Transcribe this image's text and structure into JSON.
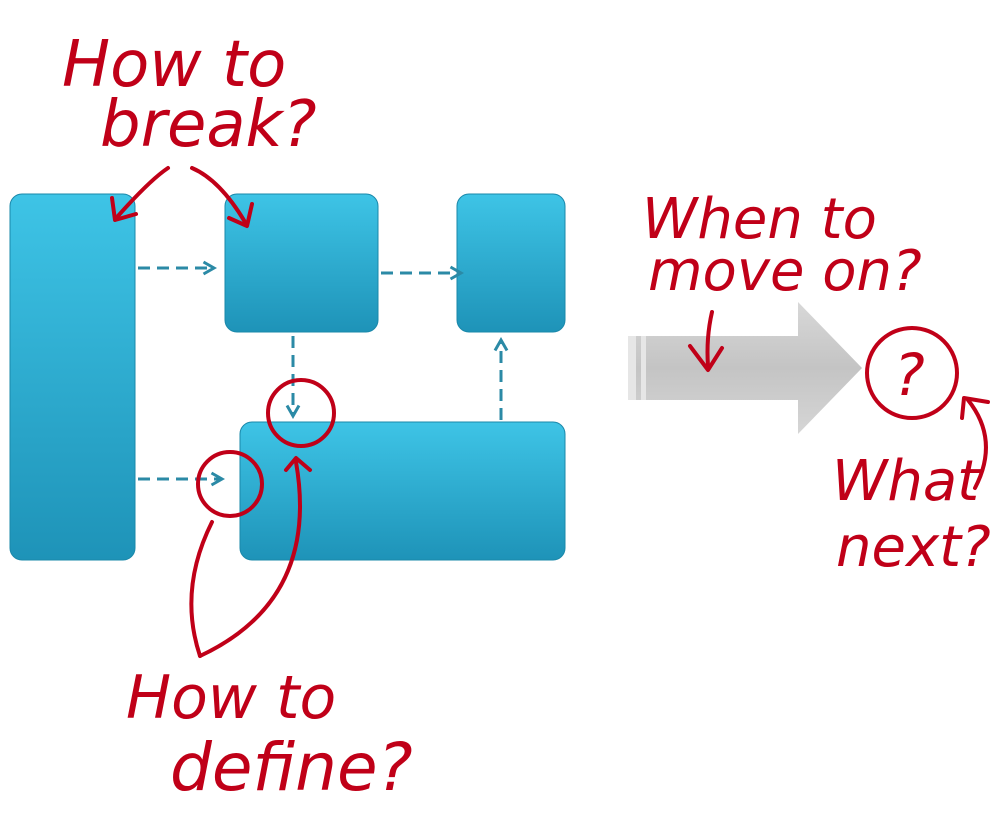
{
  "colors": {
    "block_top": "#3ec4e6",
    "block_bottom": "#1e93b8",
    "block_stroke": "#1a88aa",
    "connector": "#2b8aa6",
    "ink": "#c00018",
    "arrow_fill": "#c9c9c9",
    "arrow_stripe": "#e6e6e6"
  },
  "annotations": {
    "how_to_break_line1": "How to",
    "how_to_break_line2": "break?",
    "how_to_define_line1": "How to",
    "how_to_define_line2": "define?",
    "when_to_move_on_line1": "When to",
    "when_to_move_on_line2": "move on?",
    "question_mark": "?",
    "what_next_line1": "What",
    "what_next_line2": "next?"
  }
}
